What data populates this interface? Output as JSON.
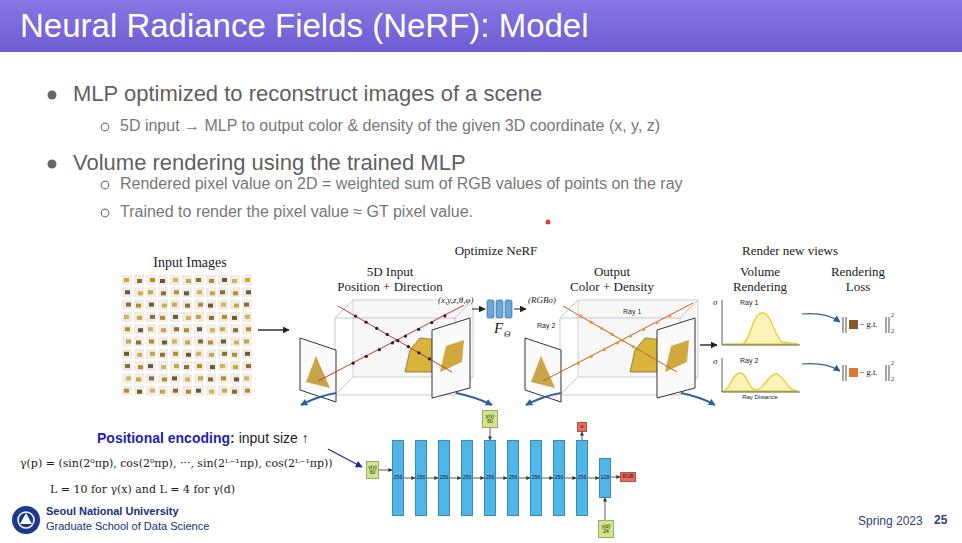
{
  "diagram": {
    "title": "Neural Radiance Fields (NeRF): Model",
    "nodes": [
      {
        "text": [
          "γ(x)",
          "60"
        ]
      },
      {
        "text": [
          "256"
        ]
      },
      {
        "text": [
          "256"
        ]
      },
      {
        "text": [
          "256"
        ]
      },
      {
        "text": [
          "256"
        ]
      },
      {
        "text": [
          "256"
        ]
      },
      {
        "text": [
          "256"
        ]
      },
      {
        "text": [
          "256"
        ]
      },
      {
        "text": [
          "256"
        ]
      },
      {
        "text": [
          "256"
        ]
      },
      {
        "text": [
          "γ(x)",
          "60"
        ]
      },
      {
        "text": [
          "σ"
        ]
      },
      {
        "text": [
          "γ(d)",
          "24"
        ]
      },
      {
        "text": [
          "128"
        ]
      },
      {
        "text": [
          "RGB"
        ]
      }
    ],
    "edges": [
      {
        "from": 0,
        "to": 1,
        "arrow": "to"
      },
      {
        "from": 1,
        "to": 2,
        "arrow": "to"
      },
      {
        "from": 2,
        "to": 3,
        "arrow": "to"
      },
      {
        "from": 3,
        "to": 4,
        "arrow": "to"
      },
      {
        "from": 4,
        "to": 5,
        "arrow": "to"
      },
      {
        "from": 5,
        "to": 6,
        "arrow": "to"
      },
      {
        "from": 6,
        "to": 7,
        "arrow": "to"
      },
      {
        "from": 7,
        "to": 8,
        "arrow": "to"
      },
      {
        "from": 8,
        "to": 9,
        "arrow": "to"
      },
      {
        "from": 10,
        "to": 5,
        "arrow": "to"
      },
      {
        "from": 9,
        "to": 11,
        "arrow": "to"
      },
      {
        "from": 9,
        "to": 13,
        "arrow": "to"
      },
      {
        "from": 12,
        "to": 13,
        "arrow": "to"
      },
      {
        "from": 13,
        "to": 14,
        "arrow": "to"
      }
    ],
    "labels": [
      "MLP optimized to reconstruct images of a scene",
      "5D input → MLP to output color & density of the given 3D coordinate (x, y, z)",
      "Volume rendering using the trained MLP",
      "Rendered pixel value on 2D = weighted sum of RGB values of points on the ray",
      "Trained to render the pixel value ≈ GT pixel value.",
      "Input Images",
      "Optimize NeRF",
      "5D Input",
      "Position + Direction",
      "Output",
      "Color + Density",
      "(x,y,z,θ,φ)",
      "F",
      "Θ",
      "(RGBσ)",
      "Ray 1",
      "Ray 2",
      "Render new views",
      "Volume",
      "Rendering",
      "Rendering",
      "Loss",
      "σ",
      "Ray 1",
      "σ",
      "Ray 2",
      "Ray Distance",
      "− g.t.",
      "2",
      "2",
      "− g.t.",
      "2",
      "2",
      "Positional encoding:",
      "input size ↑",
      "γ(p) = (sin(2⁰πp), cos(2⁰πp), ···, sin(2ᴸ⁻¹πp), cos(2ᴸ⁻¹πp))",
      "L = 10 for γ(x) and L = 4 for γ(d)",
      "Seoul National University",
      "Graduate School of Data Science",
      "Spring 2023",
      "25"
    ]
  }
}
